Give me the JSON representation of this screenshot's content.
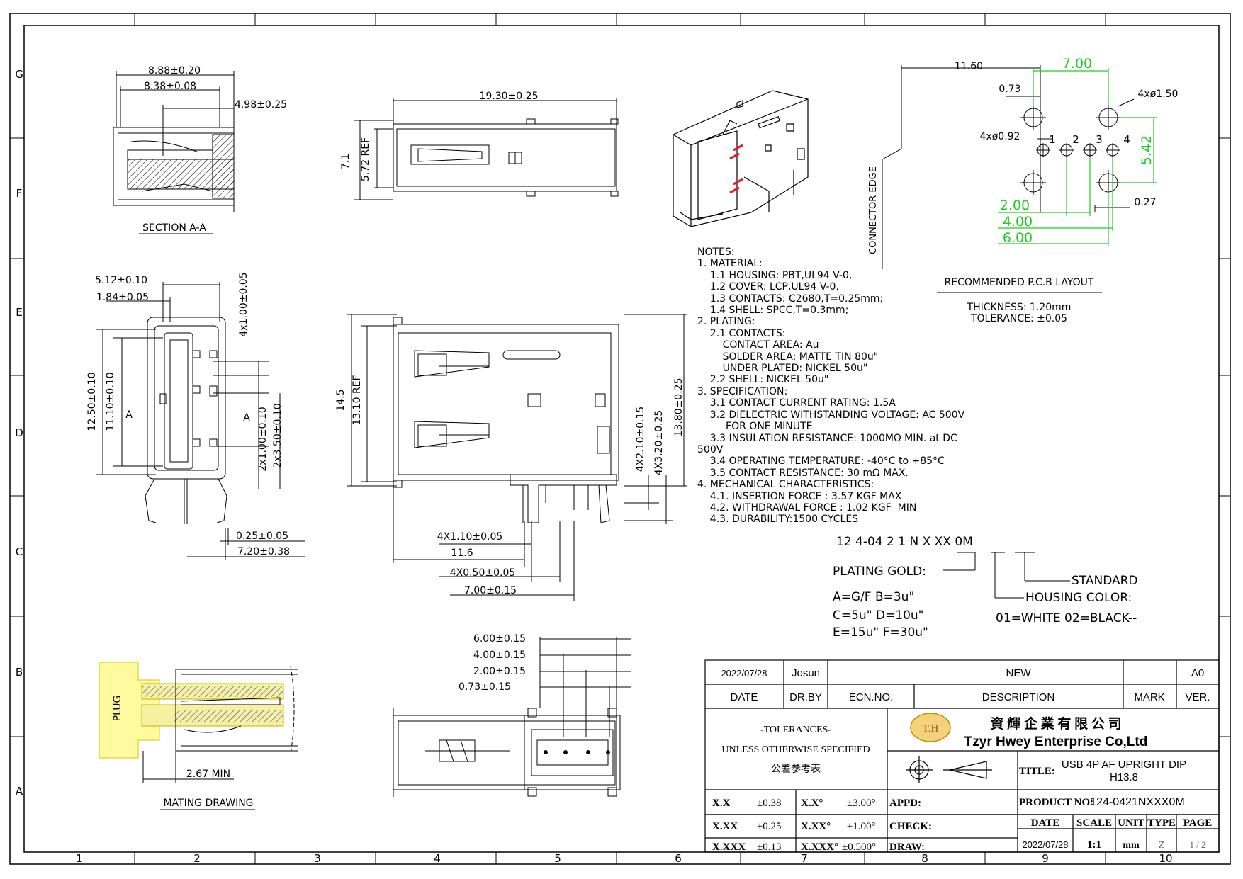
{
  "grid": {
    "cols": [
      "1",
      "2",
      "3",
      "4",
      "5",
      "6",
      "7",
      "8",
      "9",
      "10"
    ],
    "rows": [
      "G",
      "F",
      "E",
      "D",
      "C",
      "B",
      "A"
    ]
  },
  "section_aa": {
    "dims": [
      "8.88±0.20",
      "8.38±0.08",
      "4.98±0.25"
    ],
    "label": "SECTION A-A"
  },
  "side_top": {
    "width": "19.30±0.25",
    "h1": "7.1",
    "h2": "5.72 REF"
  },
  "front_view": {
    "d1": "5.12±0.10",
    "d2": "1.84±0.05",
    "d3": "4x1.00±0.05",
    "d4": "12.50±0.10",
    "d5": "11.10±0.10",
    "d6": "2x1.00±0.10",
    "d7": "2x3.50±0.10",
    "d8": "0.25±0.05",
    "d9": "7.20±0.38",
    "a": "A"
  },
  "side_view": {
    "h1": "14.5",
    "h2": "13.10 REF",
    "h3": "4X2.10±0.15",
    "h4": "4X3.20±0.25",
    "h5": "13.80±0.25",
    "w1": "4X1.10±0.05",
    "w2": "11.6",
    "w3": "4X0.50±0.05",
    "w4": "7.00±0.15"
  },
  "pcb": {
    "d_1160": "11.60",
    "d_700": "7.00",
    "d_073": "0.73",
    "d_hole_big": "4xø1.50",
    "d_hole_small": "4xø0.92",
    "pins": [
      "1",
      "2",
      "3",
      "4"
    ],
    "d_542": "5.42",
    "d_200": "2.00",
    "d_400": "4.00",
    "d_600": "6.00",
    "d_027": "0.27",
    "edge": "CONNECTOR EDGE",
    "title": "RECOMMENDED P.C.B LAYOUT",
    "thickness": "THICKNESS: 1.20mm",
    "tolerance": "TOLERANCE: ±0.05",
    "green": "#22cc22"
  },
  "notes": [
    "NOTES:",
    "1. MATERIAL:",
    "    1.1 HOUSING: PBT,UL94 V-0,",
    "    1.2 COVER: LCP,UL94 V-0,",
    "    1.3 CONTACTS: C2680,T=0.25mm;",
    "    1.4 SHELL: SPCC,T=0.3mm;",
    "2. PLATING:",
    "    2.1 CONTACTS:",
    "        CONTACT AREA: Au",
    "        SOLDER AREA: MATTE TIN 80u\"",
    "        UNDER PLATED: NICKEL 50u\"",
    "    2.2 SHELL: NICKEL 50u\"",
    "3. SPECIFICATION:",
    "    3.1 CONTACT CURRENT RATING: 1.5A",
    "    3.2 DIELECTRIC WITHSTANDING VOLTAGE: AC 500V",
    "         FOR ONE MINUTE",
    "    3.3 INSULATION RESISTANCE: 1000MΩ MIN. at DC",
    "500V",
    "    3.4 OPERATING TEMPERATURE: -40°C to +85°C",
    "    3.5 CONTACT RESISTANCE: 30 mΩ MAX.",
    "4. MECHANICAL CHARACTERISTICS:",
    "    4.1. INSERTION FORCE : 3.57 KGF MAX",
    "    4.2. WITHDRAWAL FORCE : 1.02 KGF  MIN",
    "    4.3. DURABILITY:1500 CYCLES"
  ],
  "part_code": {
    "code": "12 4-04 2 1 N X XX 0M",
    "plating": "PLATING GOLD:",
    "standard": "STANDARD",
    "housing": "HOUSING COLOR:",
    "opts1": "A=G/F    B=3u\"",
    "opts2": "C=5u\"   D=10u\"",
    "opts3": "E=15u\"  F=30u\"",
    "colors": "01=WHITE  02=BLACK--"
  },
  "bottom_view": {
    "d1": "6.00±0.15",
    "d2": "4.00±0.15",
    "d3": "2.00±0.15",
    "d4": "0.73±0.15"
  },
  "mating": {
    "plug": "PLUG",
    "dim": "2.67 MIN",
    "label": "MATING DRAWING"
  },
  "title_block": {
    "date": "2022/07/28",
    "drby": "Josun",
    "new": "NEW",
    "ver": "A0",
    "h_date": "DATE",
    "h_drby": "DR.BY",
    "h_ecn": "ECN.NO.",
    "h_desc": "DESCRIPTION",
    "h_mark": "MARK",
    "h_ver": "VER.",
    "tol1": "-TOLERANCES-",
    "tol2": "UNLESS OTHERWISE SPECIFIED",
    "tol3": "公差参考表",
    "company_cn": "資 輝 企 業 有 限 公 司",
    "company_en": "Tzyr Hwey Enterprise Co,Ltd",
    "logo": "T.H",
    "title_label": "TITLE:",
    "title1": "USB 4P AF UPRIGHT DIP",
    "title2": "H13.8",
    "product_label": "PRODUCT NO:",
    "product_no": "124-0421NXXX0M",
    "tol_rows": [
      {
        "a": "X.X",
        "b": "±0.38",
        "c": "X.X°",
        "d": "±3.00°"
      },
      {
        "a": "X.XX",
        "b": "±0.25",
        "c": "X.XX°",
        "d": "±1.00°"
      },
      {
        "a": "X.XXX",
        "b": "±0.13",
        "c": "X.XXX°",
        "d": "±0.500°"
      }
    ],
    "appd": "APPD:",
    "check": "CHECK:",
    "draw": "DRAW:",
    "h2_date": "DATE",
    "h2_scale": "SCALE",
    "h2_unit": "UNIT",
    "h2_type": "TYPE",
    "h2_page": "PAGE",
    "v_date": "2022/07/28",
    "v_scale": "1:1",
    "v_unit": "mm",
    "v_type": "Z",
    "v_page": "1 / 2",
    "accent": "#d4a017",
    "red": "#e02020"
  }
}
